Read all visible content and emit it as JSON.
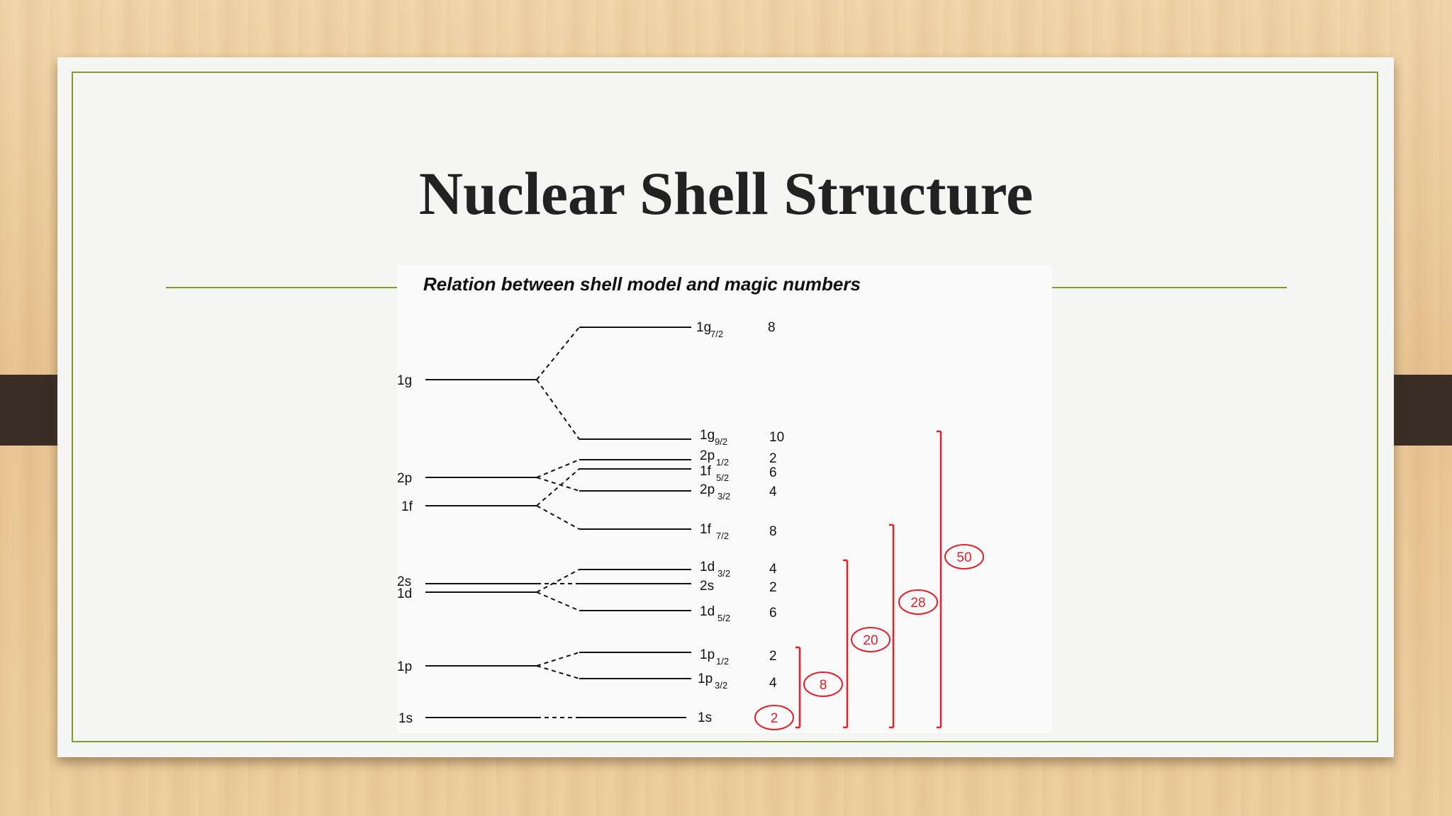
{
  "slide": {
    "title": "Nuclear Shell Structure"
  },
  "diagram": {
    "caption": "Relation between shell model and magic numbers",
    "left_levels": [
      {
        "label": "1g"
      },
      {
        "label": "2p"
      },
      {
        "label": "1f"
      },
      {
        "label": "2s"
      },
      {
        "label": "1d"
      },
      {
        "label": "1p"
      },
      {
        "label": "1s"
      }
    ],
    "right_levels": [
      {
        "label": "1g",
        "sub": "7/2",
        "occupancy": "8"
      },
      {
        "label": "1g",
        "sub": "9/2",
        "occupancy": "10"
      },
      {
        "label": "2p",
        "sub": "1/2",
        "occupancy": "2"
      },
      {
        "label": "1f",
        "sub": "5/2",
        "occupancy": "6"
      },
      {
        "label": "2p",
        "sub": "3/2",
        "occupancy": "4"
      },
      {
        "label": "1f",
        "sub": "7/2",
        "occupancy": "8"
      },
      {
        "label": "1d",
        "sub": "3/2",
        "occupancy": "4"
      },
      {
        "label": "2s",
        "sub": "",
        "occupancy": "2"
      },
      {
        "label": "1d",
        "sub": "5/2",
        "occupancy": "6"
      },
      {
        "label": "1p",
        "sub": "1/2",
        "occupancy": "2"
      },
      {
        "label": "1p",
        "sub": "3/2",
        "occupancy": "4"
      },
      {
        "label": "1s",
        "sub": "",
        "occupancy": "2"
      }
    ],
    "magic_numbers": [
      "2",
      "8",
      "20",
      "28",
      "50"
    ],
    "colors": {
      "level_line": "#111111",
      "magic": "#e0202a",
      "frame": "#7f9a2d",
      "title": "#222222"
    }
  }
}
